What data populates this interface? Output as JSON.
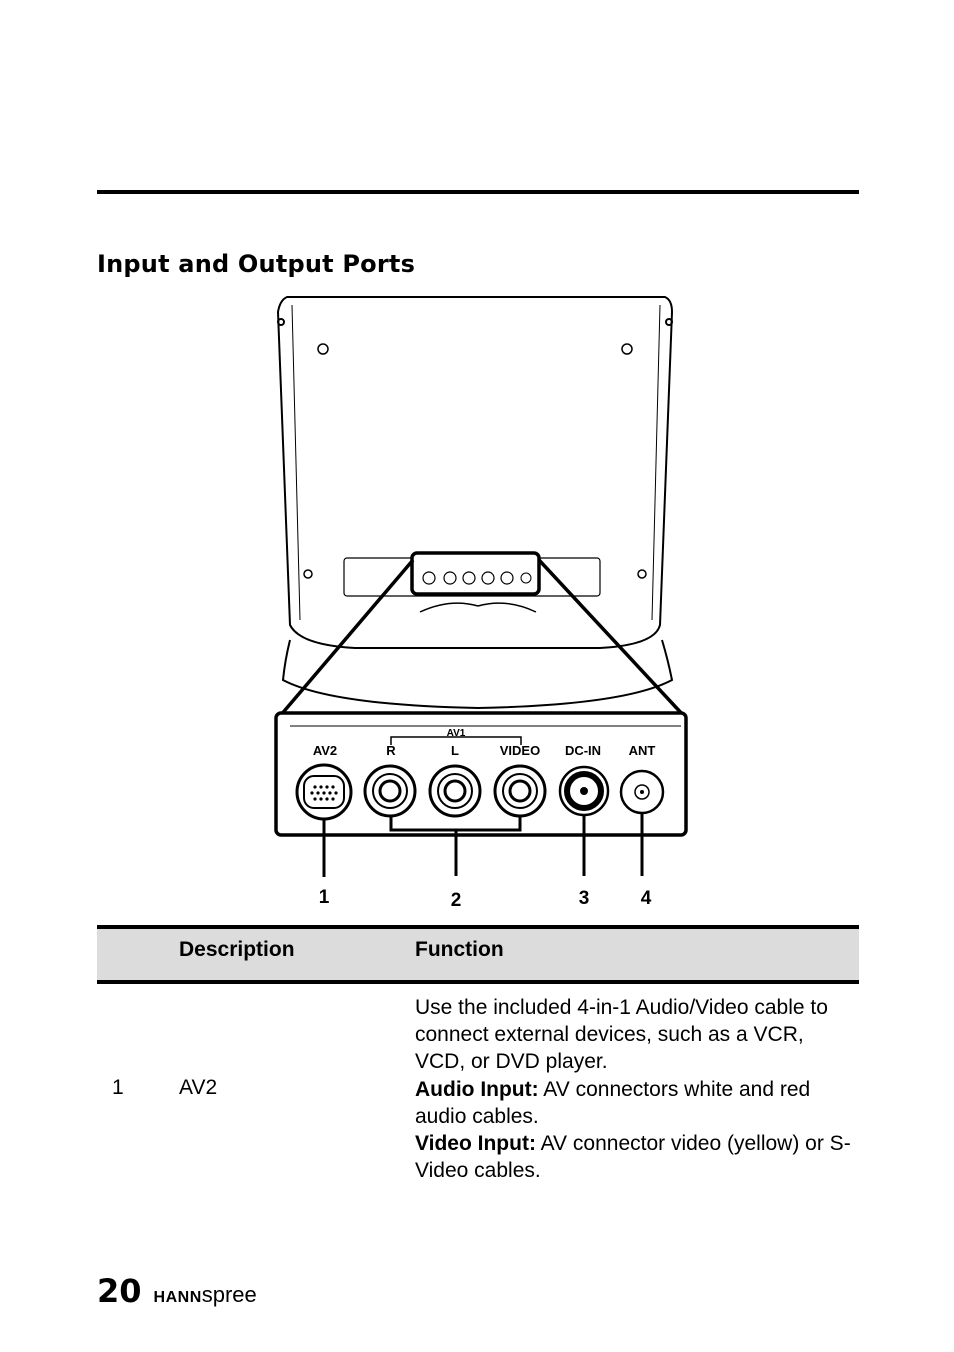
{
  "section": {
    "title": "Input and Output Ports"
  },
  "diagram": {
    "group_label": "AV1",
    "port_labels": [
      "AV2",
      "R",
      "L",
      "VIDEO",
      "DC-IN",
      "ANT"
    ],
    "callouts": [
      "1",
      "2",
      "3",
      "4"
    ]
  },
  "table": {
    "headers": {
      "number": "",
      "description": "Description",
      "function": "Function"
    },
    "rows": [
      {
        "number": "1",
        "description": "AV2",
        "function_intro": "Use the included 4-in-1 Audio/Video cable to connect external devices, such as a VCR, VCD, or DVD player.",
        "audio_label": "Audio Input:",
        "audio_text": " AV connectors white and red audio cables.",
        "video_label": "Video Input:",
        "video_text": " AV connector video (yellow) or S-Video cables."
      }
    ]
  },
  "footer": {
    "page_number": "20",
    "brand_bold": "HANN",
    "brand_light": "spree"
  }
}
